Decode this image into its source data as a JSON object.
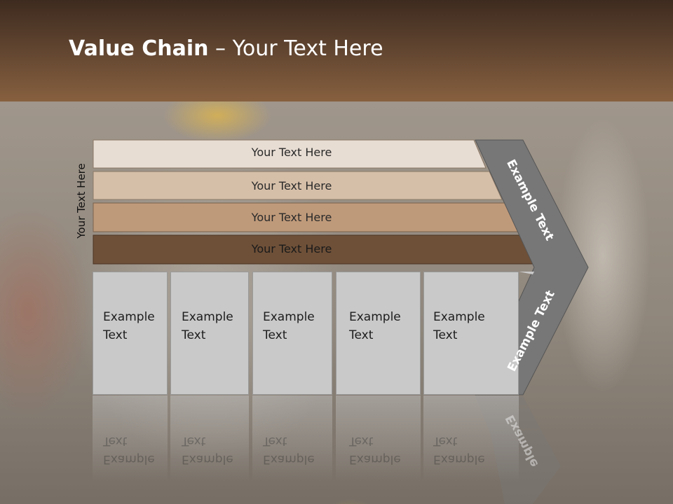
{
  "slide": {
    "title_bold": "Value Chain",
    "title_rest": " – Your Text Here",
    "side_label": "Your Text Here"
  },
  "bars": [
    {
      "label": "Your Text Here",
      "color": "#e8ddd3"
    },
    {
      "label": "Your Text Here",
      "color": "#d6bfa9"
    },
    {
      "label": "Your Text Here",
      "color": "#bf9a7a"
    },
    {
      "label": "Your Text Here",
      "color": "#6e5038"
    }
  ],
  "columns": [
    {
      "line1": "Example",
      "line2": "Text"
    },
    {
      "line1": "Example",
      "line2": "Text"
    },
    {
      "line1": "Example",
      "line2": "Text"
    },
    {
      "line1": "Example",
      "line2": "Text"
    },
    {
      "line1": "Example",
      "line2": "Text"
    }
  ],
  "chevron": {
    "upper_label": "Example Text",
    "lower_label": "Example Text",
    "reflection_label": "Example",
    "color": "#777777"
  }
}
